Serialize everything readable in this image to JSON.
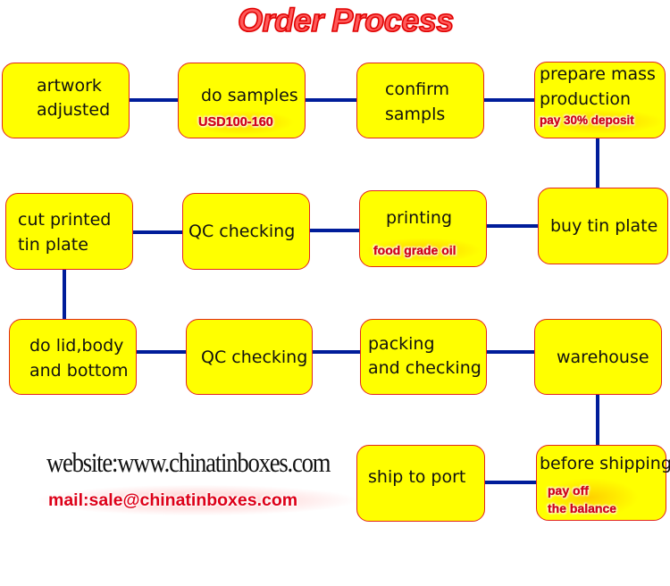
{
  "title": "Order Process",
  "colors": {
    "box_fill": "#ffff00",
    "box_border": "#e2261c",
    "connector": "#001d9a",
    "title_red": "#e00000",
    "tag_red": "#d8001a"
  },
  "steps": [
    {
      "id": 1,
      "lines": [
        "artwork",
        "adjusted"
      ],
      "note": null
    },
    {
      "id": 2,
      "lines": [
        "do samples"
      ],
      "note": "USD100-160"
    },
    {
      "id": 3,
      "lines": [
        "confirm",
        "sampls"
      ],
      "note": null
    },
    {
      "id": 4,
      "lines": [
        "prepare mass",
        "production"
      ],
      "note": "pay 30% deposit"
    },
    {
      "id": 5,
      "lines": [
        "buy tin plate"
      ],
      "note": null
    },
    {
      "id": 6,
      "lines": [
        "printing"
      ],
      "note": "food grade oil"
    },
    {
      "id": 7,
      "lines": [
        "QC checking"
      ],
      "note": null
    },
    {
      "id": 8,
      "lines": [
        "cut printed",
        "tin plate"
      ],
      "note": null
    },
    {
      "id": 9,
      "lines": [
        "do lid,body",
        "and bottom"
      ],
      "note": null
    },
    {
      "id": 10,
      "lines": [
        "QC checking"
      ],
      "note": null
    },
    {
      "id": 11,
      "lines": [
        "packing",
        "and checking"
      ],
      "note": null
    },
    {
      "id": 12,
      "lines": [
        "warehouse"
      ],
      "note": null
    },
    {
      "id": 13,
      "lines": [
        "before shipping"
      ],
      "note": [
        "pay off",
        "the balance"
      ]
    },
    {
      "id": 14,
      "lines": [
        "ship to port"
      ],
      "note": null
    }
  ],
  "contact": {
    "website": "website:www.chinatinboxes.com",
    "mail": "mail:sale@chinatinboxes.com"
  }
}
